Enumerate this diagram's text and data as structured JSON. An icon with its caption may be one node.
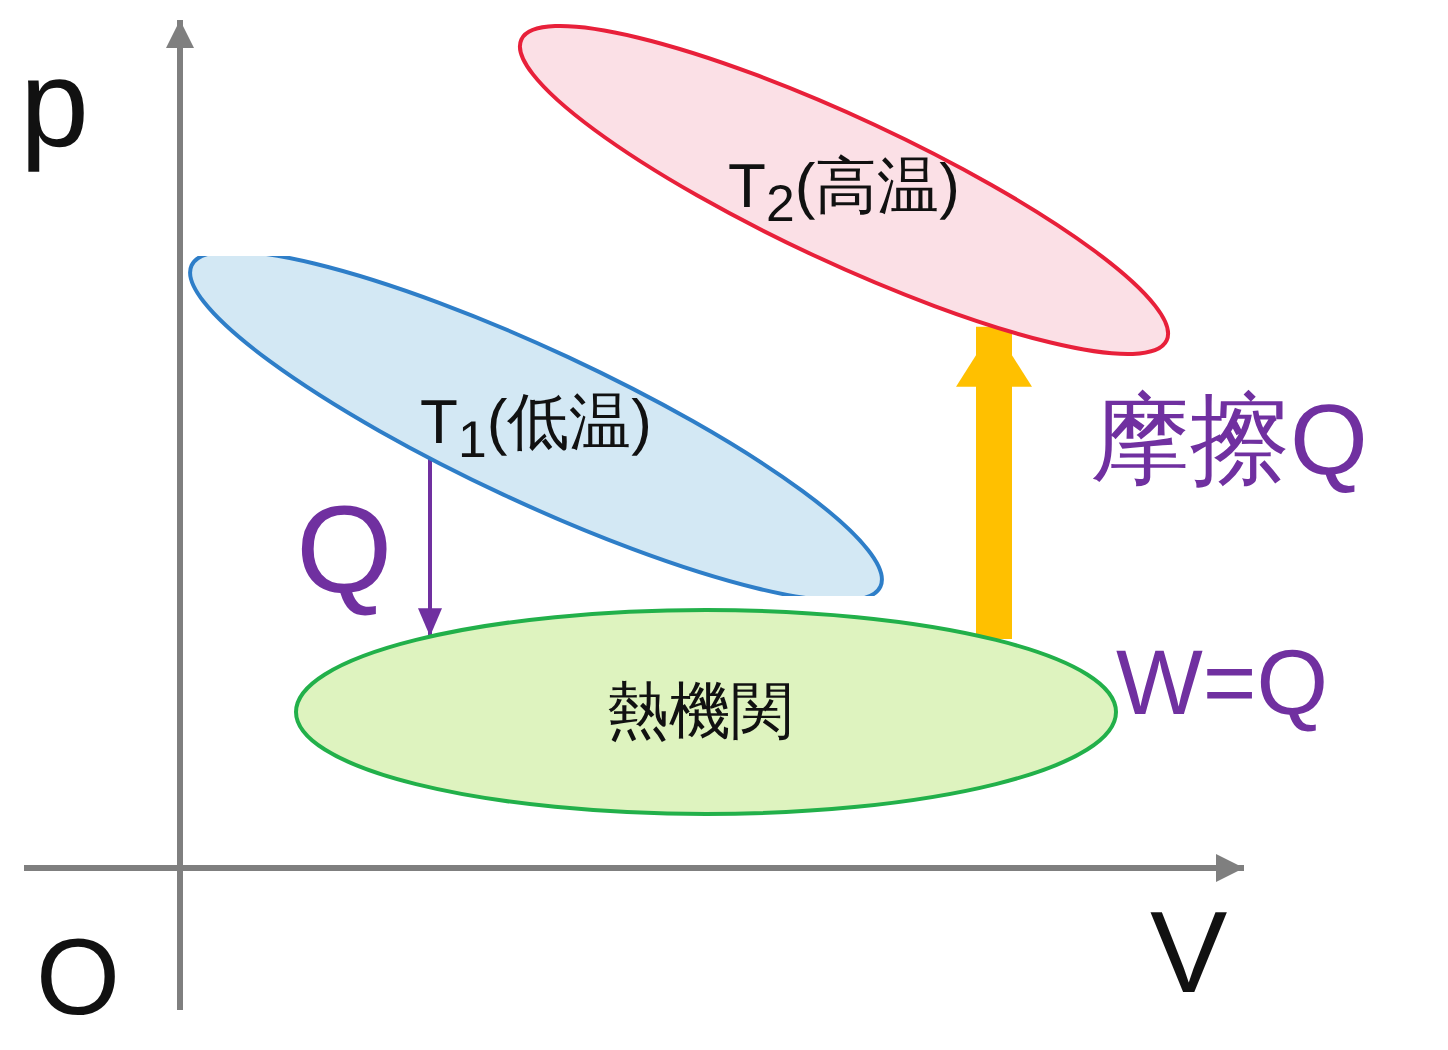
{
  "diagram": {
    "nodes": [
      {
        "text": [
          "T$_{2}$(高温)"
        ]
      },
      {
        "text": [
          "T$_{1}$(低温)"
        ]
      },
      {
        "text": [
          "熱機関"
        ]
      }
    ],
    "edges": [
      {
        "from": 1,
        "to": 2,
        "arrow": "to",
        "label": "Q",
        "color": "#7030a0"
      },
      {
        "from": 2,
        "to": 0,
        "arrow": "to",
        "label": "摩擦Q",
        "style": "thick",
        "color": "#ffc000"
      }
    ],
    "labels": [
      "p",
      "W=Q",
      "O",
      "V"
    ]
  }
}
